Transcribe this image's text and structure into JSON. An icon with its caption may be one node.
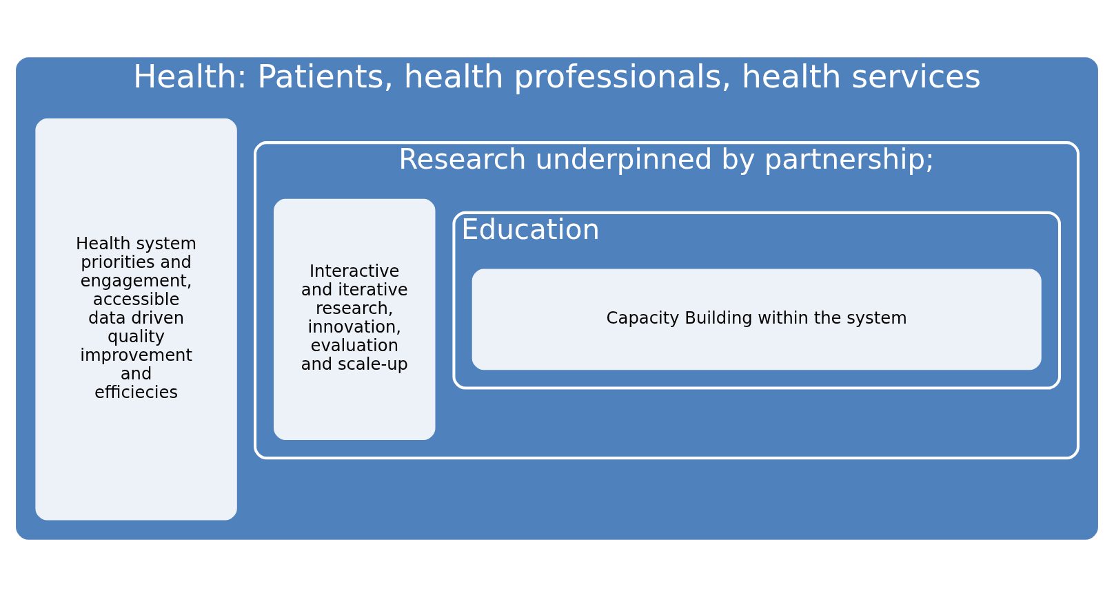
{
  "diagram": {
    "nodes": [
      {
        "text": [
          "Health: Patients, health professionals, health services"
        ]
      },
      {
        "text": [
          "Health system priorities and engagement, accessible data driven quality improvement and efficiecies"
        ],
        "in": 0
      },
      {
        "text": [
          "Research underpinned by partnership;"
        ],
        "in": 0
      },
      {
        "text": [
          "Interactive and iterative research, innovation, evaluation and scale-up"
        ],
        "in": 2
      },
      {
        "text": [
          "Education"
        ],
        "in": 2
      },
      {
        "text": [
          "Capacity Building within the system"
        ],
        "in": 4
      }
    ]
  }
}
